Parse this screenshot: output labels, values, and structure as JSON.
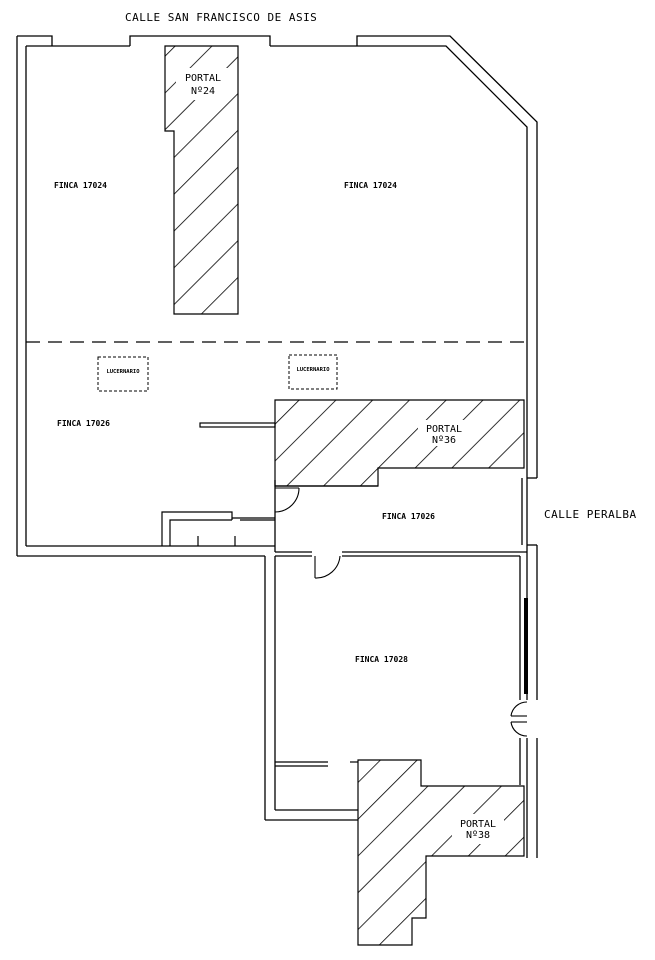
{
  "streets": {
    "north": "CALLE SAN FRANCISCO DE ASIS",
    "east": "CALLE PERALBA"
  },
  "rooms": {
    "finca_17024_left": "FINCA 17024",
    "finca_17024_right": "FINCA 17024",
    "finca_17026_left": "FINCA 17026",
    "finca_17026_center": "FINCA 17026",
    "finca_17028": "FINCA 17028"
  },
  "portals": {
    "n24": {
      "line1": "PORTAL",
      "line2": "Nº24"
    },
    "n36": {
      "line1": "PORTAL",
      "line2": "Nº36"
    },
    "n38": {
      "line1": "PORTAL",
      "line2": "Nº38"
    }
  },
  "skylights": {
    "left": "LUCERNARIO",
    "right": "LUCERNARIO"
  },
  "colors": {
    "line": "#000000",
    "background": "#ffffff"
  }
}
